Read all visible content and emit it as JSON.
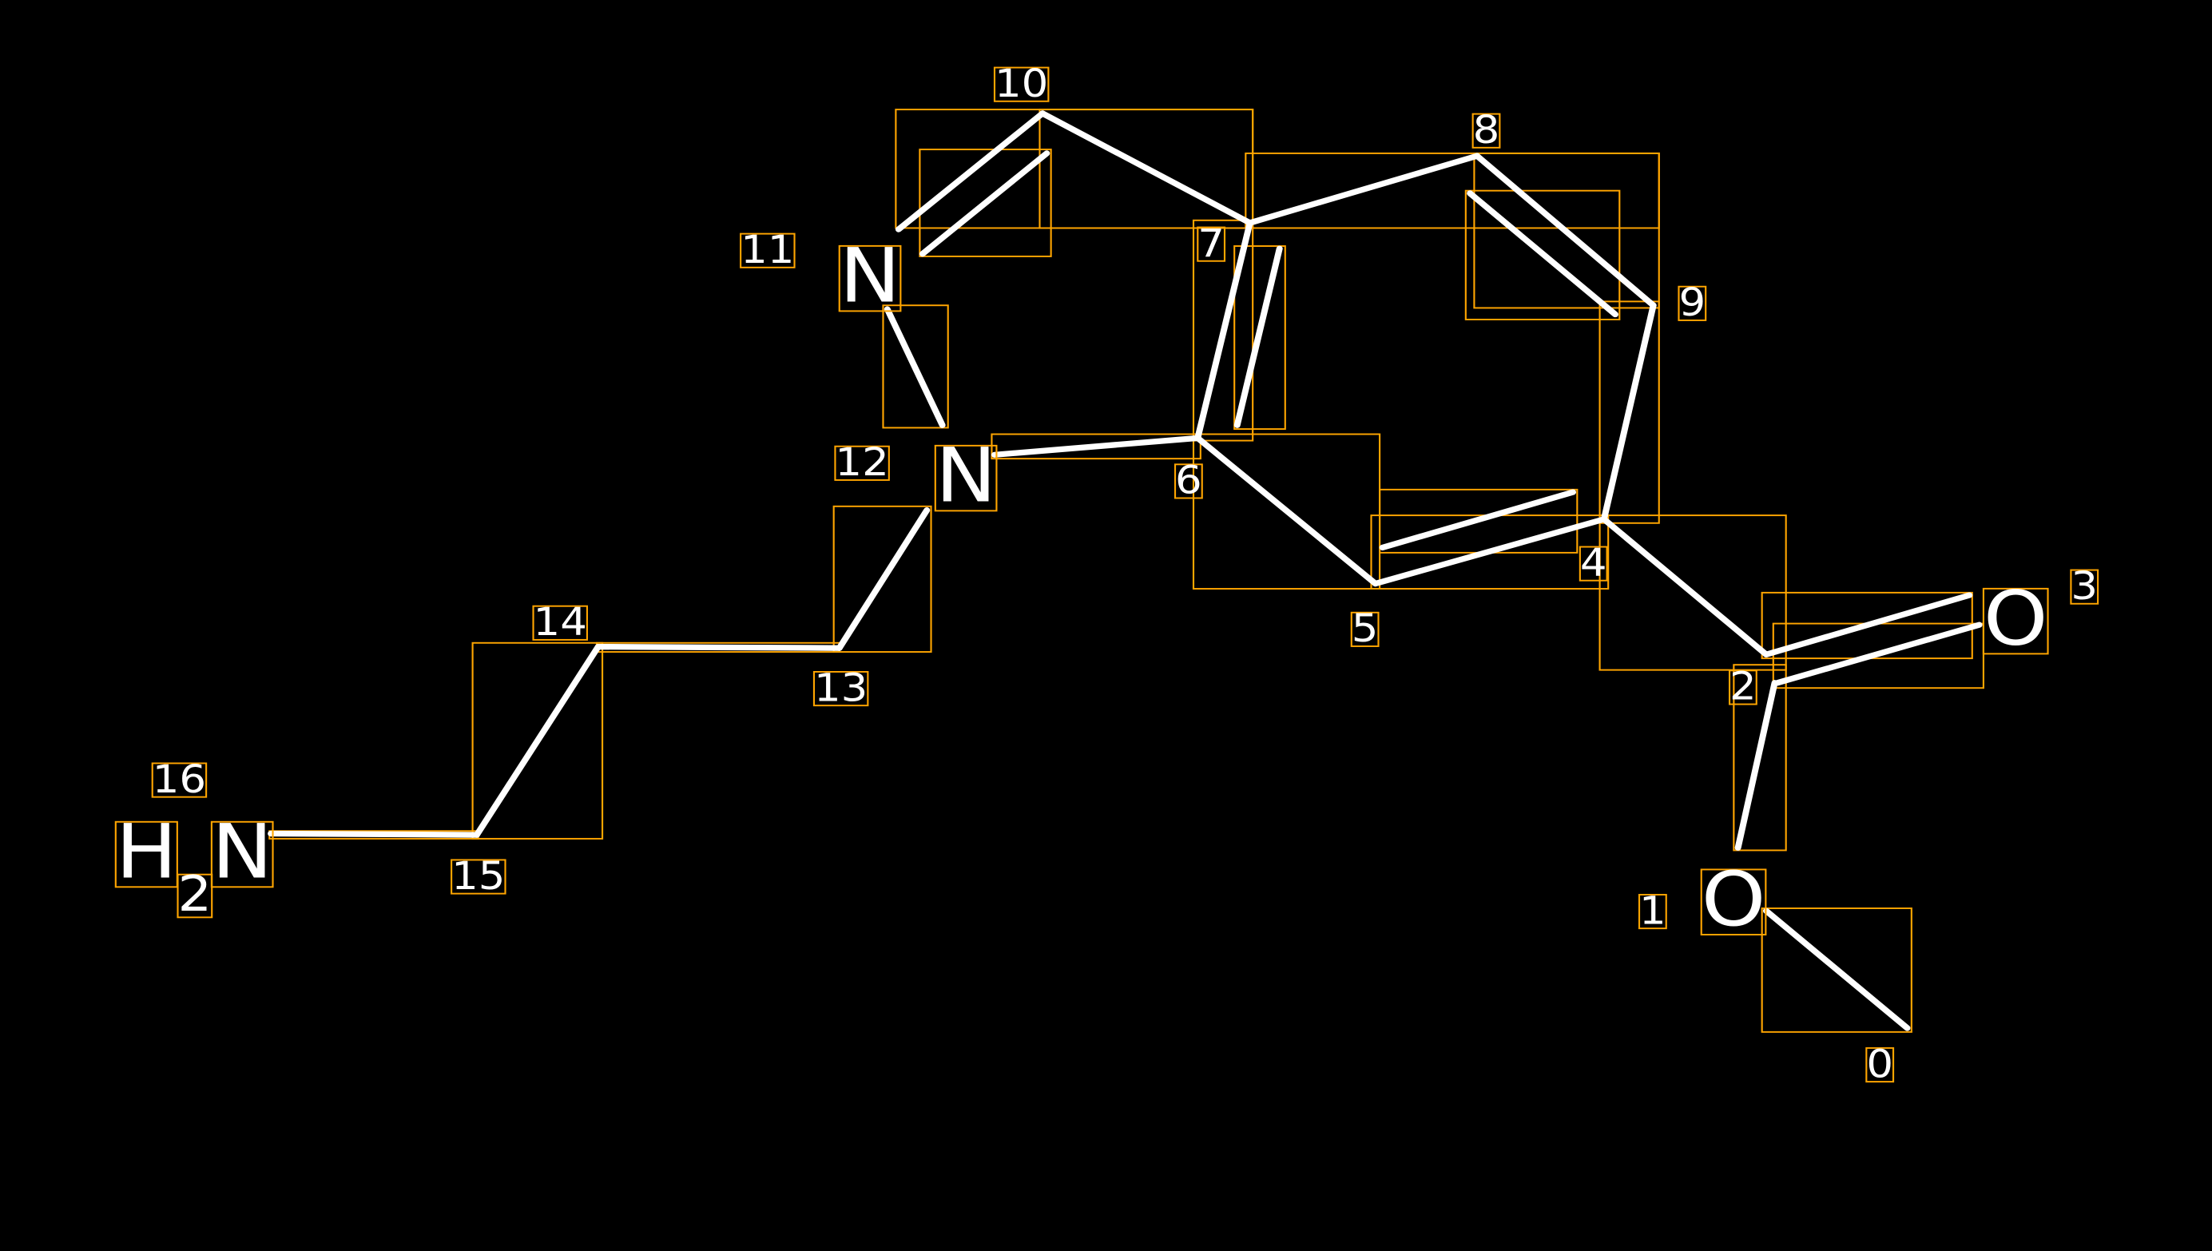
{
  "diagram": {
    "type": "molecule-annotation",
    "colors": {
      "background": "#000000",
      "bond": "#FFFFFF",
      "box": "#FFA500"
    },
    "atom_labels": {
      "n11": "N",
      "n12": "N",
      "o1": "O",
      "o3": "O",
      "n16_h": "H",
      "n16_sub": "2",
      "n16_n": "N"
    },
    "indices": [
      "0",
      "1",
      "2",
      "3",
      "4",
      "5",
      "6",
      "7",
      "8",
      "9",
      "10",
      "11",
      "12",
      "13",
      "14",
      "15",
      "16"
    ]
  }
}
